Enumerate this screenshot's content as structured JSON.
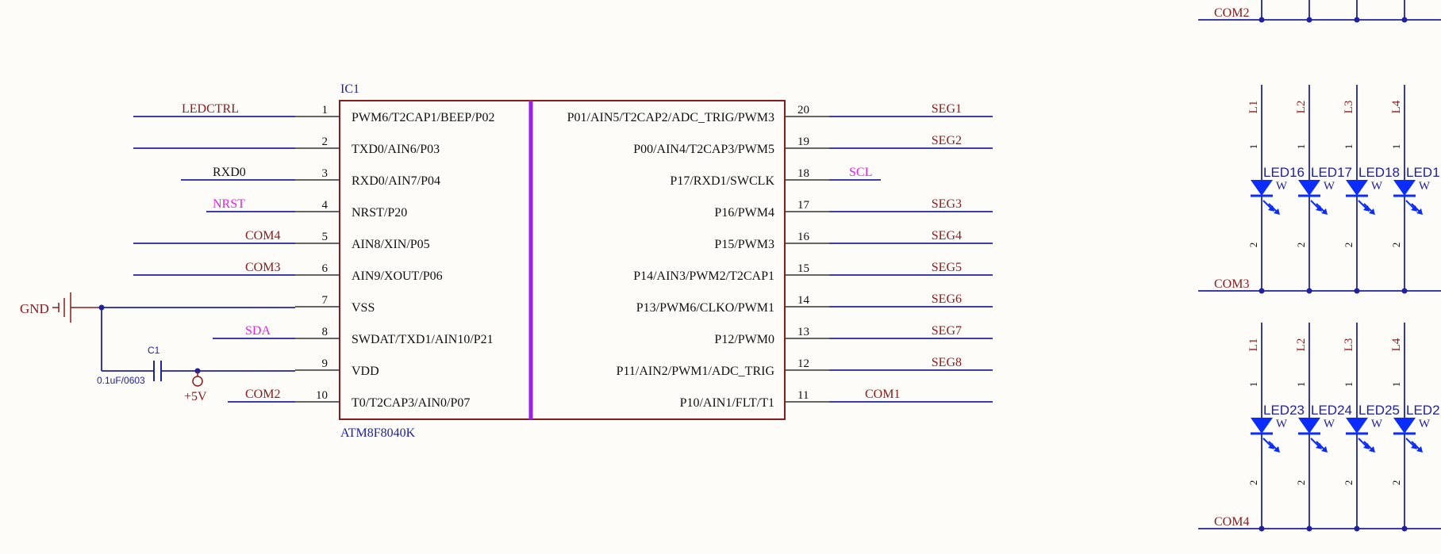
{
  "colors": {
    "background": "#fdfcf8",
    "wire": "#1e22a0",
    "ic_body": "#8b1a1a",
    "net_label": "#8b1a1a",
    "port_label": "#e620e6",
    "pin_line": "#333333",
    "designator": "#1e22a0",
    "divider": "#9a1ff0",
    "led_fill": "#0a2cff"
  },
  "ic": {
    "designator": "IC1",
    "part": "ATM8F8040K",
    "left_pins": [
      {
        "num": "1",
        "name": "PWM6/T2CAP1/BEEP/P02",
        "net": "LEDCTRL",
        "net_kind": "net"
      },
      {
        "num": "2",
        "name": "TXD0/AIN6/P03",
        "net": "",
        "net_kind": "net"
      },
      {
        "num": "3",
        "name": "RXD0/AIN7/P04",
        "net": "RXD0",
        "net_kind": "plain"
      },
      {
        "num": "4",
        "name": "NRST/P20",
        "net": "NRST",
        "net_kind": "port"
      },
      {
        "num": "5",
        "name": "AIN8/XIN/P05",
        "net": "COM4",
        "net_kind": "net"
      },
      {
        "num": "6",
        "name": "AIN9/XOUT/P06",
        "net": "COM3",
        "net_kind": "net"
      },
      {
        "num": "7",
        "name": "VSS",
        "net": "",
        "net_kind": "net"
      },
      {
        "num": "8",
        "name": "SWDAT/TXD1/AIN10/P21",
        "net": "SDA",
        "net_kind": "port"
      },
      {
        "num": "9",
        "name": "VDD",
        "net": "",
        "net_kind": "net"
      },
      {
        "num": "10",
        "name": "T0/T2CAP3/AIN0/P07",
        "net": "COM2",
        "net_kind": "net"
      }
    ],
    "right_pins": [
      {
        "num": "20",
        "name": "P01/AIN5/T2CAP2/ADC_TRIG/PWM3",
        "net": "SEG1",
        "net_kind": "net"
      },
      {
        "num": "19",
        "name": "P00/AIN4/T2CAP3/PWM5",
        "net": "SEG2",
        "net_kind": "net"
      },
      {
        "num": "18",
        "name": "P17/RXD1/SWCLK",
        "net": "SCL",
        "net_kind": "port"
      },
      {
        "num": "17",
        "name": "P16/PWM4",
        "net": "SEG3",
        "net_kind": "net"
      },
      {
        "num": "16",
        "name": "P15/PWM3",
        "net": "SEG4",
        "net_kind": "net"
      },
      {
        "num": "15",
        "name": "P14/AIN3/PWM2/T2CAP1",
        "net": "SEG5",
        "net_kind": "net"
      },
      {
        "num": "14",
        "name": "P13/PWM6/CLKO/PWM1",
        "net": "SEG6",
        "net_kind": "net"
      },
      {
        "num": "13",
        "name": "P12/PWM0",
        "net": "SEG7",
        "net_kind": "net"
      },
      {
        "num": "12",
        "name": "P11/AIN2/PWM1/ADC_TRIG",
        "net": "SEG8",
        "net_kind": "net"
      },
      {
        "num": "11",
        "name": "P10/AIN1/FLT/T1",
        "net": "COM1",
        "net_kind": "net"
      }
    ]
  },
  "power": {
    "gnd_label": "GND",
    "vcc_label": "+5V"
  },
  "capacitor": {
    "designator": "C1",
    "value": "0.1uF/0603"
  },
  "led_matrix": {
    "top_com": "COM2",
    "rows": [
      {
        "com": "COM3",
        "leds": [
          {
            "ref": "LED16",
            "label": "L1",
            "color_code": "W",
            "pin_top": "1",
            "pin_bottom": "2"
          },
          {
            "ref": "LED17",
            "label": "L2",
            "color_code": "W",
            "pin_top": "1",
            "pin_bottom": "2"
          },
          {
            "ref": "LED18",
            "label": "L3",
            "color_code": "W",
            "pin_top": "1",
            "pin_bottom": "2"
          },
          {
            "ref": "LED1",
            "label": "L4",
            "color_code": "W",
            "pin_top": "1",
            "pin_bottom": "2"
          }
        ]
      },
      {
        "com": "COM4",
        "leds": [
          {
            "ref": "LED23",
            "label": "L1",
            "color_code": "W",
            "pin_top": "1",
            "pin_bottom": "2"
          },
          {
            "ref": "LED24",
            "label": "L2",
            "color_code": "W",
            "pin_top": "1",
            "pin_bottom": "2"
          },
          {
            "ref": "LED25",
            "label": "L3",
            "color_code": "W",
            "pin_top": "1",
            "pin_bottom": "2"
          },
          {
            "ref": "LED2",
            "label": "L4",
            "color_code": "W",
            "pin_top": "1",
            "pin_bottom": "2"
          }
        ]
      }
    ]
  }
}
